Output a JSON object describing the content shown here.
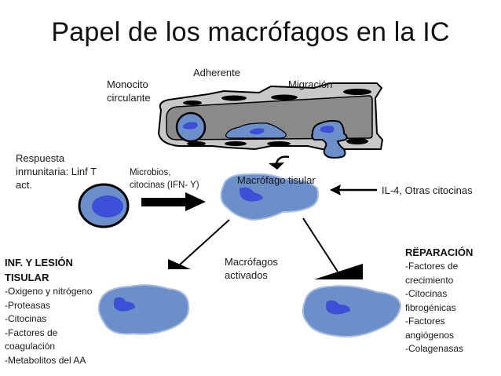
{
  "title": "Papel de los macrófagos en la IC",
  "vessel": {
    "label_monocyte": [
      "Monocito",
      "circulante"
    ],
    "label_adherent": "Adherente",
    "label_migration": "Migración"
  },
  "left_input": {
    "label": [
      "Respuesta",
      "inmunitaria: Linf T",
      "act."
    ],
    "arrow_label": [
      "Microbios,",
      "citocinas (IFN- Y)"
    ]
  },
  "center": {
    "macrophage_label": "Macrófago tisular",
    "right_input_label": "IL-4, Otras citocinas",
    "activated_label": [
      "Macrófagos",
      "activados"
    ]
  },
  "inflammation": {
    "heading": [
      "INF. Y LESIÓN",
      "TISULAR"
    ],
    "items": [
      "-Oxigeno y nitrógeno",
      "-Proteasas",
      "-Citocinas",
      "-Factores de",
      "coagulación",
      "-Metabolitos del AA"
    ]
  },
  "repair": {
    "heading": "RËPARACIÓN",
    "items": [
      "-Factores de",
      "crecimiento",
      "-Citocinas",
      "fibrogénicas",
      "-Factores",
      "angiógenos",
      "-Colagenasas"
    ]
  },
  "colors": {
    "cell_fill": "#6b8fc9",
    "nucleus": "#3c4fd6",
    "vessel_lumen": "#8a8a8a",
    "vessel_wall": "#c8c8c8",
    "stroke": "#000000"
  }
}
